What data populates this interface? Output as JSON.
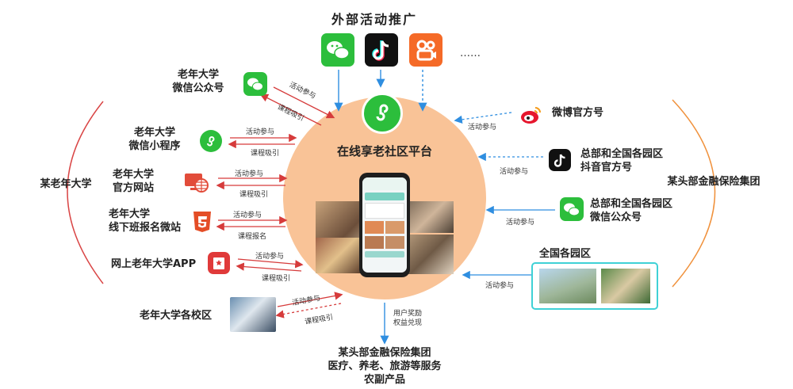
{
  "top": {
    "title": "外部活动推广",
    "ellipsis": "……"
  },
  "center": {
    "title": "在线享老社区平台"
  },
  "left_group": "某老年大学",
  "right_group": "某头部金融保险集团",
  "left_items": [
    {
      "l1": "老年大学",
      "l2": "微信公众号",
      "up": "活动参与",
      "down": "课程吸引"
    },
    {
      "l1": "老年大学",
      "l2": "微信小程序",
      "up": "活动参与",
      "down": "课程吸引"
    },
    {
      "l1": "老年大学",
      "l2": "官方网站",
      "up": "活动参与",
      "down": "课程吸引"
    },
    {
      "l1": "老年大学",
      "l2": "线下班报名微站",
      "up": "活动参与",
      "down": "课程报名"
    },
    {
      "l1": "网上老年大学APP",
      "up": "活动参与",
      "down": "课程吸引"
    },
    {
      "l1": "老年大学各校区",
      "up": "活动参与",
      "down": "课程吸引"
    }
  ],
  "right_items": [
    {
      "l1": "微博官方号",
      "arrow": "活动参与"
    },
    {
      "l1": "总部和全国各园区",
      "l2": "抖音官方号",
      "arrow": "活动参与"
    },
    {
      "l1": "总部和全国各园区",
      "l2": "微信公众号",
      "arrow": "活动参与"
    },
    {
      "l1": "全国各园区",
      "arrow": "活动参与"
    }
  ],
  "bottom": {
    "reward_l1": "用户奖励",
    "reward_l2": "权益兑现",
    "line1": "某头部金融保险集团",
    "line2": "医疗、养老、旅游等服务",
    "line3": "农副产品"
  },
  "colors": {
    "circle": "#f9c397",
    "wechat": "#2cbe3c",
    "red": "#d63b3b",
    "blue": "#2f8ee0",
    "orange_arc": "#f0923d",
    "red_arc": "#d94545",
    "teal_box": "#3fd1d6"
  },
  "icons": [
    "wechat-icon",
    "douyin-icon",
    "kuaishou-icon",
    "weibo-icon",
    "miniprogram-icon",
    "website-icon",
    "html5-icon",
    "app-icon"
  ]
}
